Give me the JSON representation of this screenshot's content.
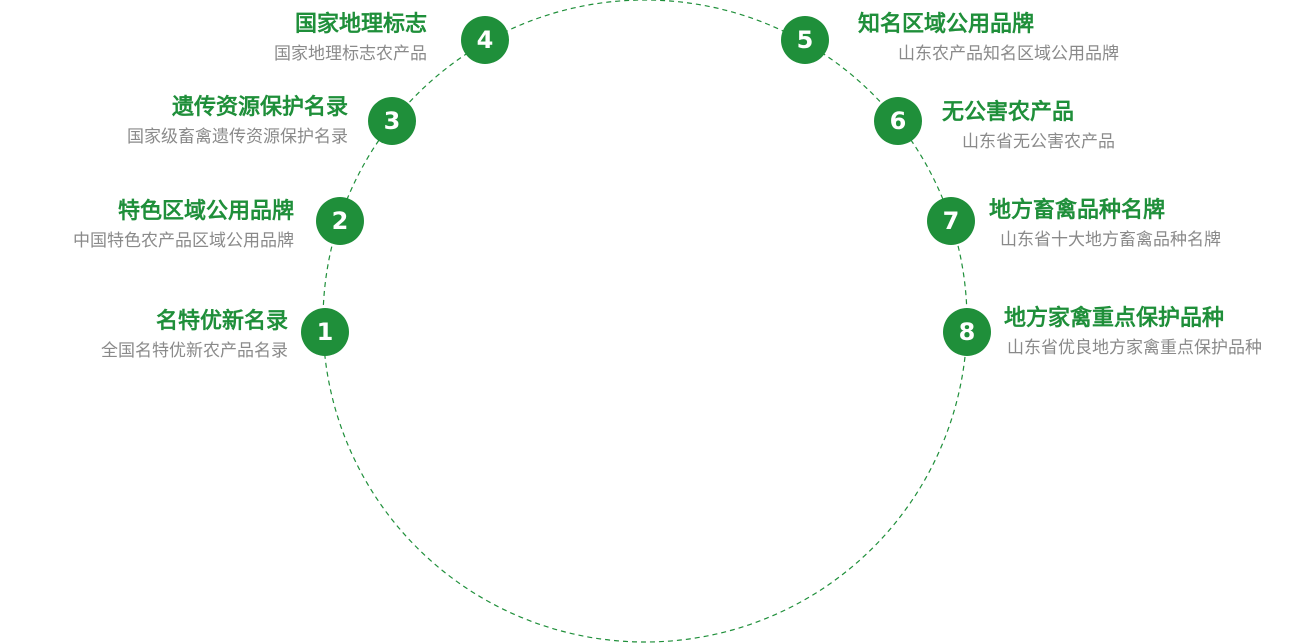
{
  "accent_color": "#1f8f3a",
  "subtitle_color": "#8a8a8a",
  "items": [
    {
      "num": "1",
      "title": "名特优新名录",
      "subtitle": "全国名特优新农产品名录"
    },
    {
      "num": "2",
      "title": "特色区域公用品牌",
      "subtitle": "中国特色农产品区域公用品牌"
    },
    {
      "num": "3",
      "title": "遗传资源保护名录",
      "subtitle": "国家级畜禽遗传资源保护名录"
    },
    {
      "num": "4",
      "title": "国家地理标志",
      "subtitle": "国家地理标志农产品"
    },
    {
      "num": "5",
      "title": "知名区域公用品牌",
      "subtitle": "山东农产品知名区域公用品牌"
    },
    {
      "num": "6",
      "title": "无公害农产品",
      "subtitle": "山东省无公害农产品"
    },
    {
      "num": "7",
      "title": "地方畜禽品种名牌",
      "subtitle": "山东省十大地方畜禽品种名牌"
    },
    {
      "num": "8",
      "title": "地方家禽重点保护品种",
      "subtitle": "山东省优良地方家禽重点保护品种"
    }
  ]
}
